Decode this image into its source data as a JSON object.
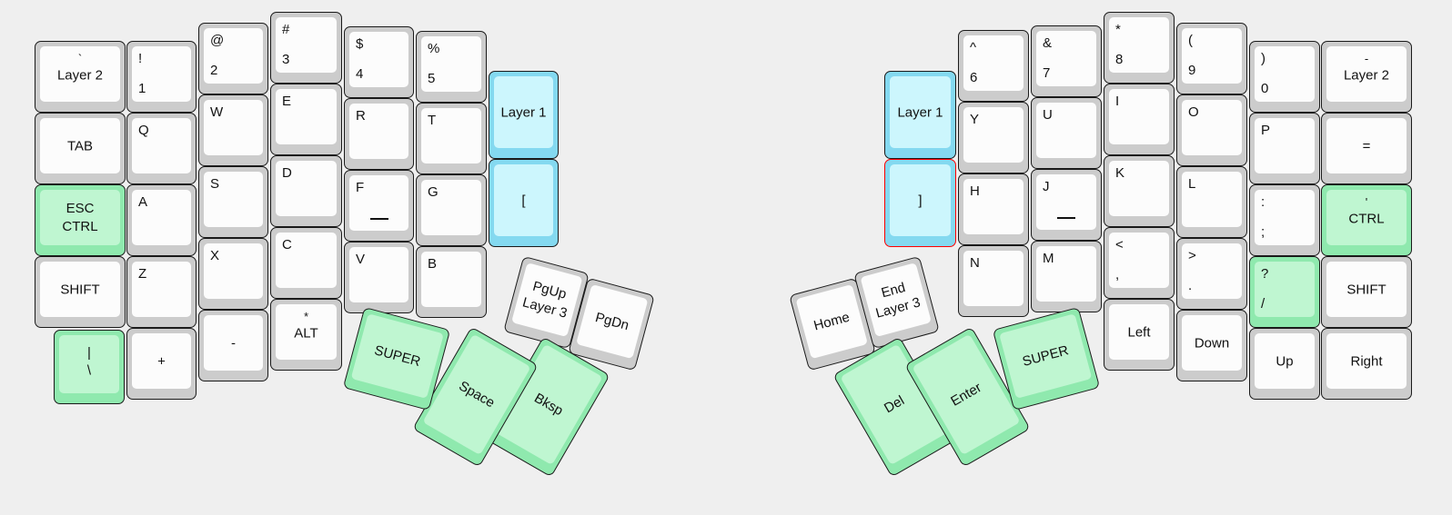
{
  "meta": {
    "title": "Split ergonomic keyboard layout",
    "background": "#efefef",
    "colors": {
      "key_body": "#cccccc",
      "key_cap": "#fcfcfc",
      "green_body": "#8fe9ae",
      "green_cap": "#bff6d1",
      "cyan_body": "#84d9f0",
      "cyan_cap": "#ccf6fd",
      "selected_outline": "#ff0000",
      "legend": "#111111"
    }
  },
  "left_half": {
    "name": "left-half",
    "keys": [
      {
        "id": "l-r0-c0",
        "top": "`",
        "main": "Layer 2",
        "style": "top-center",
        "color": "white"
      },
      {
        "id": "l-r0-c1",
        "top": "!",
        "main": "1",
        "style": "shifted",
        "color": "white"
      },
      {
        "id": "l-r0-c2",
        "top": "@",
        "main": "2",
        "style": "shifted",
        "color": "white"
      },
      {
        "id": "l-r0-c3",
        "top": "#",
        "main": "3",
        "style": "shifted",
        "color": "white"
      },
      {
        "id": "l-r0-c4",
        "top": "$",
        "main": "4",
        "style": "shifted",
        "color": "white"
      },
      {
        "id": "l-r0-c5",
        "top": "%",
        "main": "5",
        "style": "shifted",
        "color": "white"
      },
      {
        "id": "l-r1-c0",
        "top": "",
        "main": "TAB",
        "style": "center",
        "color": "white"
      },
      {
        "id": "l-r1-c1",
        "top": "",
        "main": "Q",
        "style": "legend",
        "color": "white"
      },
      {
        "id": "l-r1-c2",
        "top": "",
        "main": "W",
        "style": "legend",
        "color": "white"
      },
      {
        "id": "l-r1-c3",
        "top": "",
        "main": "E",
        "style": "legend",
        "color": "white"
      },
      {
        "id": "l-r1-c4",
        "top": "",
        "main": "R",
        "style": "legend",
        "color": "white"
      },
      {
        "id": "l-r1-c5",
        "top": "",
        "main": "T",
        "style": "legend",
        "color": "white"
      },
      {
        "id": "l-r1-c6",
        "top": "",
        "main": "Layer 1",
        "style": "center",
        "color": "cyan"
      },
      {
        "id": "l-r2-c0",
        "top": "ESC",
        "main": "CTRL",
        "style": "stack2",
        "color": "green"
      },
      {
        "id": "l-r2-c1",
        "top": "",
        "main": "A",
        "style": "legend",
        "color": "white"
      },
      {
        "id": "l-r2-c2",
        "top": "",
        "main": "S",
        "style": "legend",
        "color": "white"
      },
      {
        "id": "l-r2-c3",
        "top": "",
        "main": "D",
        "style": "legend",
        "color": "white"
      },
      {
        "id": "l-r2-c4",
        "top": "",
        "main": "F",
        "style": "legend",
        "color": "white",
        "homing": true
      },
      {
        "id": "l-r2-c5",
        "top": "",
        "main": "G",
        "style": "legend",
        "color": "white"
      },
      {
        "id": "l-r2-c6",
        "top": "",
        "main": "[",
        "style": "center",
        "color": "cyan"
      },
      {
        "id": "l-r3-c0",
        "top": "",
        "main": "SHIFT",
        "style": "center",
        "color": "white"
      },
      {
        "id": "l-r3-c1",
        "top": "",
        "main": "Z",
        "style": "legend",
        "color": "white"
      },
      {
        "id": "l-r3-c2",
        "top": "",
        "main": "X",
        "style": "legend",
        "color": "white"
      },
      {
        "id": "l-r3-c3",
        "top": "",
        "main": "C",
        "style": "legend",
        "color": "white"
      },
      {
        "id": "l-r3-c4",
        "top": "",
        "main": "V",
        "style": "legend",
        "color": "white"
      },
      {
        "id": "l-r3-c5",
        "top": "",
        "main": "B",
        "style": "legend",
        "color": "white"
      },
      {
        "id": "l-r4-c0",
        "top": "|",
        "main": "\\",
        "style": "center-stack",
        "color": "green"
      },
      {
        "id": "l-r4-c1",
        "top": "",
        "main": "+",
        "style": "top-center-only",
        "color": "white"
      },
      {
        "id": "l-r4-c2",
        "top": "",
        "main": "-",
        "style": "top-center-only",
        "color": "white"
      },
      {
        "id": "l-r4-c3",
        "top": "*",
        "main": "ALT",
        "style": "top-center",
        "color": "white"
      }
    ],
    "thumb_keys": [
      {
        "id": "l-t-super",
        "top": "",
        "main": "SUPER",
        "style": "center",
        "color": "green"
      },
      {
        "id": "l-t-pgup",
        "top": "PgUp",
        "main": "Layer 3",
        "style": "stack2",
        "color": "white"
      },
      {
        "id": "l-t-pgdn",
        "top": "",
        "main": "PgDn",
        "style": "center",
        "color": "white"
      },
      {
        "id": "l-t-space",
        "top": "",
        "main": "Space",
        "style": "center",
        "color": "green"
      },
      {
        "id": "l-t-bksp",
        "top": "",
        "main": "Bksp",
        "style": "center",
        "color": "green"
      }
    ]
  },
  "right_half": {
    "name": "right-half",
    "keys": [
      {
        "id": "r-r1-c0",
        "top": "",
        "main": "Layer 1",
        "style": "center",
        "color": "cyan"
      },
      {
        "id": "r-r0-c1",
        "top": "^",
        "main": "6",
        "style": "shifted",
        "color": "white"
      },
      {
        "id": "r-r0-c2",
        "top": "&",
        "main": "7",
        "style": "shifted",
        "color": "white"
      },
      {
        "id": "r-r0-c3",
        "top": "*",
        "main": "8",
        "style": "shifted",
        "color": "white"
      },
      {
        "id": "r-r0-c4",
        "top": "(",
        "main": "9",
        "style": "shifted",
        "color": "white"
      },
      {
        "id": "r-r0-c5",
        "top": ")",
        "main": "0",
        "style": "shifted",
        "color": "white"
      },
      {
        "id": "r-r0-c6",
        "top": "-",
        "main": "Layer 2",
        "style": "top-center",
        "color": "white"
      },
      {
        "id": "r-r2-c0",
        "top": "",
        "main": "]",
        "style": "center",
        "color": "cyan",
        "selected": true
      },
      {
        "id": "r-r1-c1",
        "top": "",
        "main": "Y",
        "style": "legend",
        "color": "white"
      },
      {
        "id": "r-r1-c2",
        "top": "",
        "main": "U",
        "style": "legend",
        "color": "white"
      },
      {
        "id": "r-r1-c3",
        "top": "",
        "main": "I",
        "style": "legend",
        "color": "white"
      },
      {
        "id": "r-r1-c4",
        "top": "",
        "main": "O",
        "style": "legend",
        "color": "white"
      },
      {
        "id": "r-r1-c5",
        "top": "",
        "main": "P",
        "style": "legend",
        "color": "white"
      },
      {
        "id": "r-r1-c6",
        "top": "",
        "main": "=",
        "style": "center",
        "color": "white"
      },
      {
        "id": "r-r2-c1",
        "top": "",
        "main": "H",
        "style": "legend",
        "color": "white"
      },
      {
        "id": "r-r2-c2",
        "top": "",
        "main": "J",
        "style": "legend",
        "color": "white",
        "homing": true
      },
      {
        "id": "r-r2-c3",
        "top": "",
        "main": "K",
        "style": "legend",
        "color": "white"
      },
      {
        "id": "r-r2-c4",
        "top": "",
        "main": "L",
        "style": "legend",
        "color": "white"
      },
      {
        "id": "r-r2-c5",
        "top": ":",
        "main": ";",
        "style": "shifted",
        "color": "white"
      },
      {
        "id": "r-r2-c6",
        "top": "'",
        "main": "CTRL",
        "style": "top-center",
        "color": "green"
      },
      {
        "id": "r-r3-c1",
        "top": "",
        "main": "N",
        "style": "legend",
        "color": "white"
      },
      {
        "id": "r-r3-c2",
        "top": "",
        "main": "M",
        "style": "legend",
        "color": "white"
      },
      {
        "id": "r-r3-c3",
        "top": "<",
        "main": ",",
        "style": "shifted",
        "color": "white"
      },
      {
        "id": "r-r3-c4",
        "top": ">",
        "main": ".",
        "style": "shifted",
        "color": "white"
      },
      {
        "id": "r-r3-c5",
        "top": "?",
        "main": "/",
        "style": "shifted",
        "color": "green"
      },
      {
        "id": "r-r3-c6",
        "top": "",
        "main": "SHIFT",
        "style": "center",
        "color": "white"
      },
      {
        "id": "r-r4-c3",
        "top": "",
        "main": "Left",
        "style": "top-center-only",
        "color": "white"
      },
      {
        "id": "r-r4-c4",
        "top": "",
        "main": "Down",
        "style": "top-center-only",
        "color": "white"
      },
      {
        "id": "r-r4-c5",
        "top": "",
        "main": "Up",
        "style": "top-center-only",
        "color": "white"
      },
      {
        "id": "r-r4-c6",
        "top": "",
        "main": "Right",
        "style": "top-center-only",
        "color": "white"
      }
    ],
    "thumb_keys": [
      {
        "id": "r-t-super",
        "top": "",
        "main": "SUPER",
        "style": "center",
        "color": "green"
      },
      {
        "id": "r-t-end",
        "top": "End",
        "main": "Layer 3",
        "style": "stack2",
        "color": "white"
      },
      {
        "id": "r-t-home",
        "top": "",
        "main": "Home",
        "style": "center",
        "color": "white"
      },
      {
        "id": "r-t-enter",
        "top": "",
        "main": "Enter",
        "style": "center",
        "color": "green"
      },
      {
        "id": "r-t-del",
        "top": "",
        "main": "Del",
        "style": "center",
        "color": "green"
      }
    ]
  }
}
